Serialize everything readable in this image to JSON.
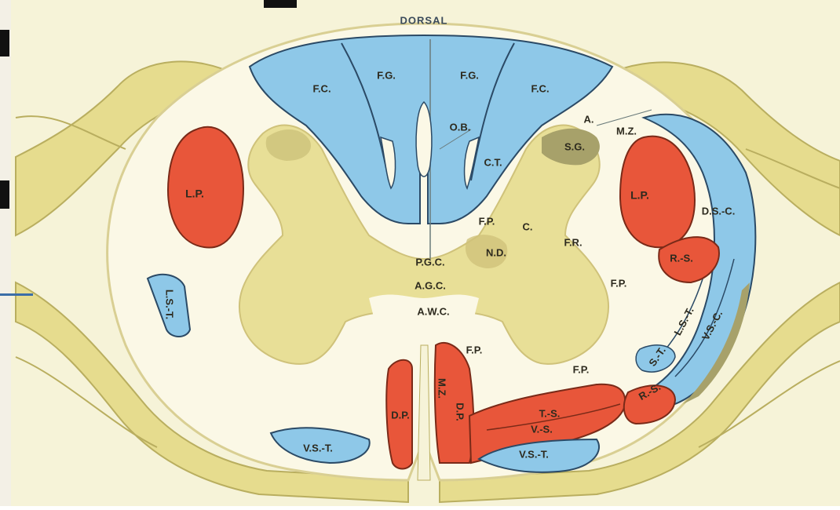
{
  "title": "DORSAL",
  "colors": {
    "background": "#fbf8e6",
    "tan_page": "#f2ebbf",
    "gray_matter": "#e8df97",
    "gray_matter_dark": "#cfc27a",
    "blue_tract": "#8ec8e8",
    "blue_outline": "#2b4a66",
    "red_tract": "#e8563a",
    "red_outline": "#7a2a18",
    "nerve_root": "#e6dc8e",
    "nerve_shadow": "#b9ae5f",
    "olive_region": "#a7a16a",
    "edge_bar": "#111111"
  },
  "labels": {
    "fc_left": "F.C.",
    "fg_left": "F.G.",
    "fg_right": "F.G.",
    "fc_right": "F.C.",
    "ob": "O.B.",
    "ct": "C.T.",
    "a": "A.",
    "mz": "M.Z.",
    "sg": "S.G.",
    "lp_left": "L.P.",
    "lp_right": "L.P.",
    "dsc": "D.S.-C.",
    "rs_upper": "R.-S.",
    "fp_upper": "F.P.",
    "c": "C.",
    "fr": "F.R.",
    "nd": "N.D.",
    "pgc": "P.G.C.",
    "agc": "A.G.C.",
    "fp_right": "F.P.",
    "awc": "A.W.C.",
    "lst_left": "L.S.-T.",
    "lst_right": "L.S.-T.",
    "vsc": "V.S.-C.",
    "st": "S.-T.",
    "fp_lower": "F.P.",
    "fp_lower2": "F.P.",
    "rs_lower": "R.-S.",
    "dp_left": "D.P.",
    "mz_lower": "M.Z.",
    "dp_right": "D.P.",
    "ts": "T.-S.",
    "vs": "V.-S.",
    "vst_left": "V.S.-T.",
    "vst_right": "V.S.-T."
  }
}
